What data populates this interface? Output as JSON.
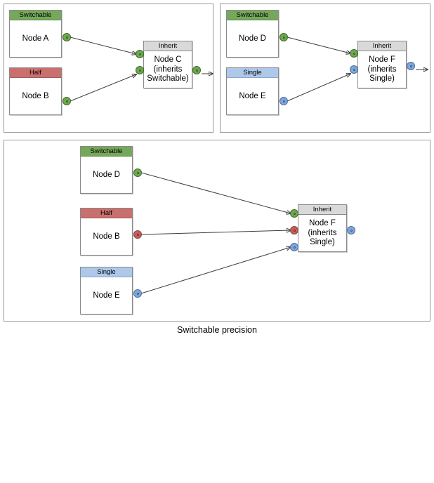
{
  "diagram": {
    "caption": "Switchable precision",
    "colors": {
      "switchable_header": "#76A85C",
      "half_header": "#C9706E",
      "single_header": "#AEC8EA",
      "inherit_header": "#D9D9D9",
      "port_green": "#6EA84F",
      "port_red": "#C0605E",
      "port_blue": "#7EA6DC",
      "panel_border": "#9a9a9a",
      "wire": "#3d3d3d"
    },
    "panels": [
      {
        "id": "panel-top-left",
        "name": "switchable-inherits-switchable",
        "nodes": [
          {
            "id": "node-a",
            "header": "Switchable",
            "header_style": "green",
            "title": "Node A"
          },
          {
            "id": "node-b-left",
            "header": "Half",
            "header_style": "red",
            "title": "Node B"
          },
          {
            "id": "node-c",
            "header": "Inherit",
            "header_style": "grey",
            "title": "Node C\n(inherits\nSwitchable)"
          }
        ],
        "ports": [
          {
            "id": "port-a-out",
            "color": "green",
            "role": "output",
            "node": "node-a"
          },
          {
            "id": "port-b-out",
            "color": "green",
            "role": "output",
            "node": "node-b-left"
          },
          {
            "id": "port-c-in-1",
            "color": "green",
            "role": "input",
            "node": "node-c"
          },
          {
            "id": "port-c-in-2",
            "color": "green",
            "role": "input",
            "node": "node-c"
          },
          {
            "id": "port-c-out",
            "color": "green",
            "role": "output",
            "node": "node-c"
          }
        ],
        "edges": [
          {
            "from": "node-a",
            "to": "node-c"
          },
          {
            "from": "node-b-left",
            "to": "node-c"
          },
          {
            "from": "node-c",
            "to": "downstream"
          }
        ]
      },
      {
        "id": "panel-top-right",
        "name": "switchable-inherits-single",
        "nodes": [
          {
            "id": "node-d-right",
            "header": "Switchable",
            "header_style": "green",
            "title": "Node D"
          },
          {
            "id": "node-e-right",
            "header": "Single",
            "header_style": "blue",
            "title": "Node E"
          },
          {
            "id": "node-f-right",
            "header": "Inherit",
            "header_style": "grey",
            "title": "Node F\n(inherits\nSingle)"
          }
        ],
        "ports": [
          {
            "id": "port-d-out",
            "color": "green",
            "role": "output",
            "node": "node-d-right"
          },
          {
            "id": "port-e-out",
            "color": "blue",
            "role": "output",
            "node": "node-e-right"
          },
          {
            "id": "port-f-in-1",
            "color": "green",
            "role": "input",
            "node": "node-f-right"
          },
          {
            "id": "port-f-in-2",
            "color": "blue",
            "role": "input",
            "node": "node-f-right"
          },
          {
            "id": "port-f-out",
            "color": "blue",
            "role": "output",
            "node": "node-f-right"
          }
        ],
        "edges": [
          {
            "from": "node-d-right",
            "to": "node-f-right"
          },
          {
            "from": "node-e-right",
            "to": "node-f-right"
          },
          {
            "from": "node-f-right",
            "to": "downstream"
          }
        ]
      },
      {
        "id": "panel-bottom",
        "name": "three-inputs-inherits-single",
        "nodes": [
          {
            "id": "node-d-bottom",
            "header": "Switchable",
            "header_style": "green",
            "title": "Node D"
          },
          {
            "id": "node-b-bottom",
            "header": "Half",
            "header_style": "red",
            "title": "Node B"
          },
          {
            "id": "node-e-bottom",
            "header": "Single",
            "header_style": "blue",
            "title": "Node E"
          },
          {
            "id": "node-f-bottom",
            "header": "Inherit",
            "header_style": "grey",
            "title": "Node F\n(inherits\nSingle)"
          }
        ],
        "ports": [
          {
            "id": "port-db-out",
            "color": "green",
            "role": "output",
            "node": "node-d-bottom"
          },
          {
            "id": "port-bb-out",
            "color": "red",
            "role": "output",
            "node": "node-b-bottom"
          },
          {
            "id": "port-eb-out",
            "color": "blue",
            "role": "output",
            "node": "node-e-bottom"
          },
          {
            "id": "port-fb-in-1",
            "color": "green",
            "role": "input",
            "node": "node-f-bottom"
          },
          {
            "id": "port-fb-in-2",
            "color": "red",
            "role": "input",
            "node": "node-f-bottom"
          },
          {
            "id": "port-fb-in-3",
            "color": "blue",
            "role": "input",
            "node": "node-f-bottom"
          },
          {
            "id": "port-fb-out",
            "color": "blue",
            "role": "output",
            "node": "node-f-bottom"
          }
        ],
        "edges": [
          {
            "from": "node-d-bottom",
            "to": "node-f-bottom"
          },
          {
            "from": "node-b-bottom",
            "to": "node-f-bottom"
          },
          {
            "from": "node-e-bottom",
            "to": "node-f-bottom"
          }
        ]
      }
    ]
  }
}
